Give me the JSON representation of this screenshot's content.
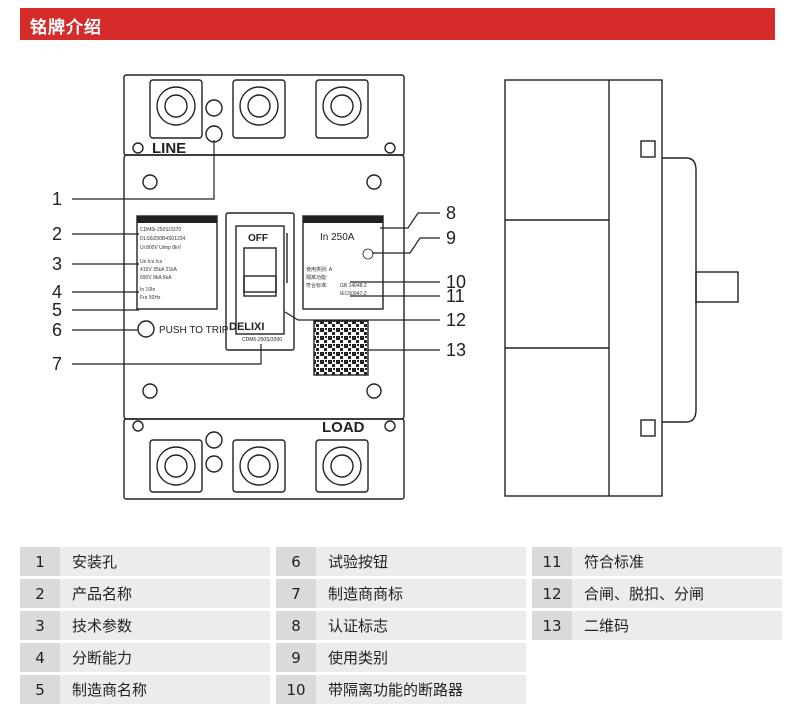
{
  "header": {
    "title": "铭牌介绍"
  },
  "figure": {
    "line_label": "LINE",
    "load_label": "LOAD",
    "off_label": "OFF",
    "brand": "DELIXI",
    "model_small": "CDM6-250S/3300",
    "push_to_trip": "PUSH TO TRIP",
    "rating": "In 250A",
    "plate_left": {
      "model": "CDM6i-250S/3370",
      "serial": "DLS6i250B4S01234",
      "volts": "Ui 800V  Uimp 8kV",
      "col_hdr": "Ue     Icu    Ics",
      "row1": "415V  35kA  21kA",
      "row2": "690V   8kA   6kA",
      "row3": "In               10In",
      "row4": "Fre              50Hz"
    },
    "plate_right": {
      "cat": "使用类别:  A",
      "iso": "隔离功能:",
      "std": "符合标准:",
      "std_v1": "GB 14048.2",
      "std_v2": "IEC60947-2"
    },
    "callouts_left": [
      "1",
      "2",
      "3",
      "4",
      "5",
      "6",
      "7"
    ],
    "callouts_right": [
      "8",
      "9",
      "10",
      "11",
      "12",
      "13"
    ]
  },
  "legend": {
    "rows": [
      [
        {
          "num": "1",
          "text": "安装孔"
        },
        {
          "num": "6",
          "text": "试验按钮"
        },
        {
          "num": "11",
          "text": "符合标准"
        }
      ],
      [
        {
          "num": "2",
          "text": "产品名称"
        },
        {
          "num": "7",
          "text": "制造商商标"
        },
        {
          "num": "12",
          "text": "合闸、脱扣、分闸"
        }
      ],
      [
        {
          "num": "3",
          "text": "技术参数"
        },
        {
          "num": "8",
          "text": "认证标志"
        },
        {
          "num": "13",
          "text": "二维码"
        }
      ],
      [
        {
          "num": "4",
          "text": "分断能力"
        },
        {
          "num": "9",
          "text": "使用类别"
        }
      ],
      [
        {
          "num": "5",
          "text": "制造商名称"
        },
        {
          "num": "10",
          "text": "带隔离功能的断路器"
        }
      ]
    ]
  },
  "colors": {
    "accent": "#d52b2a",
    "line": "#222222",
    "legend_num_bg": "#dadada",
    "legend_text_bg": "#ececec"
  }
}
